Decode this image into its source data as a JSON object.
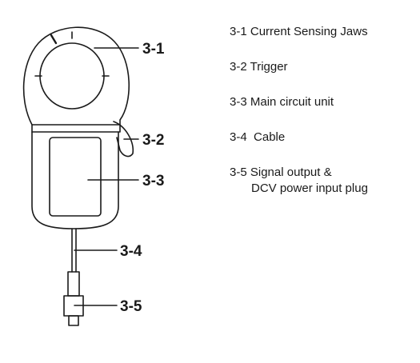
{
  "callouts": {
    "c1": "3-1",
    "c2": "3-2",
    "c3": "3-3",
    "c4": "3-4",
    "c5": "3-5"
  },
  "legend": {
    "i1": {
      "num": "3-1",
      "text": "Current Sensing Jaws"
    },
    "i2": {
      "num": "3-2",
      "text": "Trigger"
    },
    "i3": {
      "num": "3-3",
      "text": "Main circuit unit"
    },
    "i4": {
      "num": "3-4",
      "text": " Cable"
    },
    "i5": {
      "num": "3-5",
      "text": "Signal output &",
      "text2": "DCV power input plug"
    }
  },
  "colors": {
    "stroke": "#1a1a1a",
    "background": "#ffffff"
  }
}
